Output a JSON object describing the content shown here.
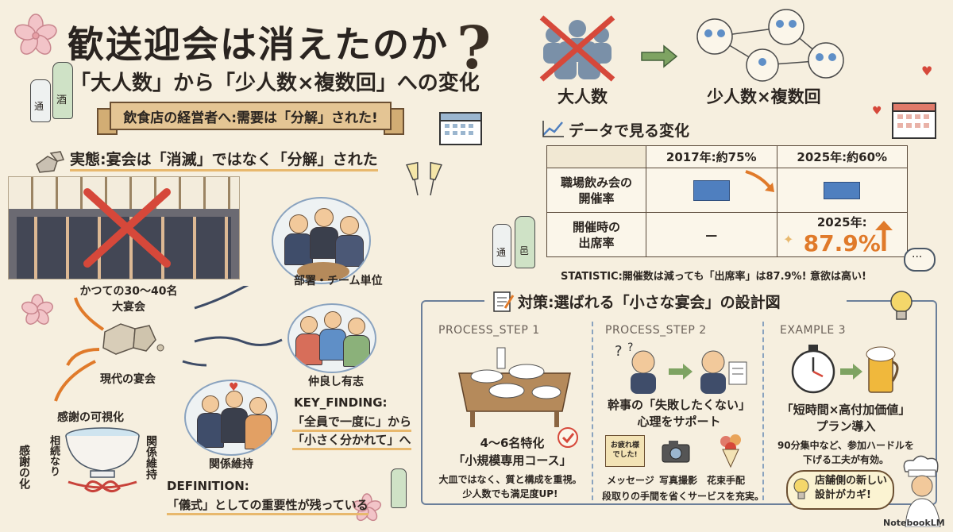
{
  "header": {
    "title": "歓送迎会は消えたのか",
    "question_mark": "?",
    "subtitle": "「大人数」から「少人数×複数回」への変化",
    "ribbon": "飲食店の経営者へ:需要は「分解」された!"
  },
  "left": {
    "heading": "実態:宴会は「消滅」ではなく「分解」された",
    "past_label": "かつての30〜40名\n大宴会",
    "modern_label": "現代の宴会",
    "branches": [
      "部署・チーム単位",
      "仲良し有志",
      "関係維持"
    ],
    "gratitude": {
      "top": "感謝の可視化",
      "left": "感謝の化",
      "middle": "相続なり",
      "right": "関係維持"
    },
    "key_finding_label": "KEY_FINDING:",
    "key_finding_line1": "「全員で一度に」から",
    "key_finding_line2": "「小さく分かれて」へ",
    "definition_label": "DEFINITION:",
    "definition_text": "「儀式」としての重要性が残っている"
  },
  "right_top": {
    "large_label": "大人数",
    "small_label": "少人数×複数回",
    "data_heading": "データで見る変化",
    "table": {
      "col_2017": "2017年:約75%",
      "col_2025": "2025年:約60%",
      "row1": "職場飲み会の\n開催率",
      "row2": "開催時の\n出席率",
      "dash": "—",
      "highlight_year": "2025年:",
      "highlight_value": "87.9%"
    },
    "sake_label_a": "通",
    "sake_label_b": "邑",
    "statistic": "STATISTIC:開催数は減っても「出席率」は87.9%! 意欲は高い!"
  },
  "solutions": {
    "heading": "対策:選ばれる「小さな宴会」の設計図",
    "steps": [
      {
        "tag": "PROCESS_STEP 1",
        "title": "4〜6名特化\n「小規模専用コース」",
        "desc": "大皿ではなく、質と構成を重視。\n少人数でも満足度UP!"
      },
      {
        "tag": "PROCESS_STEP 2",
        "title": "幹事の「失敗したくない」\n心理をサポート",
        "items": [
          "メッセージ",
          "写真撮影",
          "花束手配"
        ],
        "card": "お疲れ様\nでした!",
        "desc": "段取りの手間を省くサービスを充実。"
      },
      {
        "tag": "EXAMPLE 3",
        "title": "「短時間×高付加価値」\nプラン導入",
        "desc": "90分集中など、参加ハードルを\n下げる工夫が有効。"
      }
    ],
    "chef_bubble": "店舗側の新しい\n設計がカギ!"
  },
  "left_sake": {
    "a": "通",
    "b": "酒"
  },
  "watermark": "NotebookLM",
  "colors": {
    "background": "#f6efdf",
    "accent_orange": "#e07a2a",
    "red_x": "#d6483a",
    "blue": "#4f7fbf"
  }
}
